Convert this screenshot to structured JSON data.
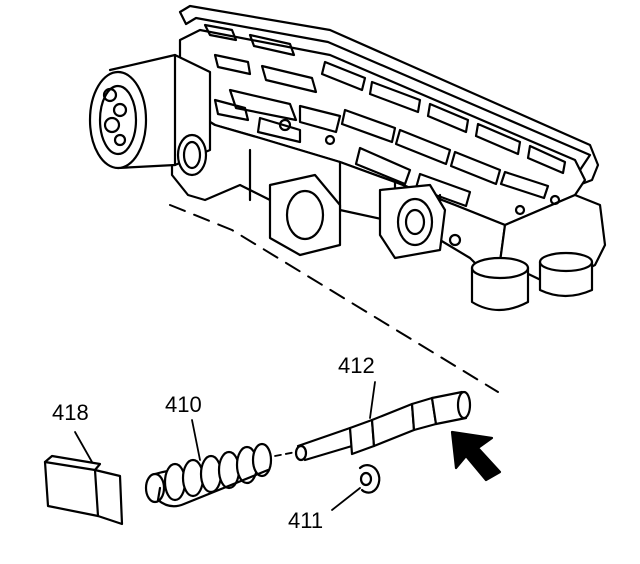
{
  "diagram": {
    "callouts": {
      "c418": "418",
      "c410": "410",
      "c412": "412",
      "c411": "411"
    }
  }
}
